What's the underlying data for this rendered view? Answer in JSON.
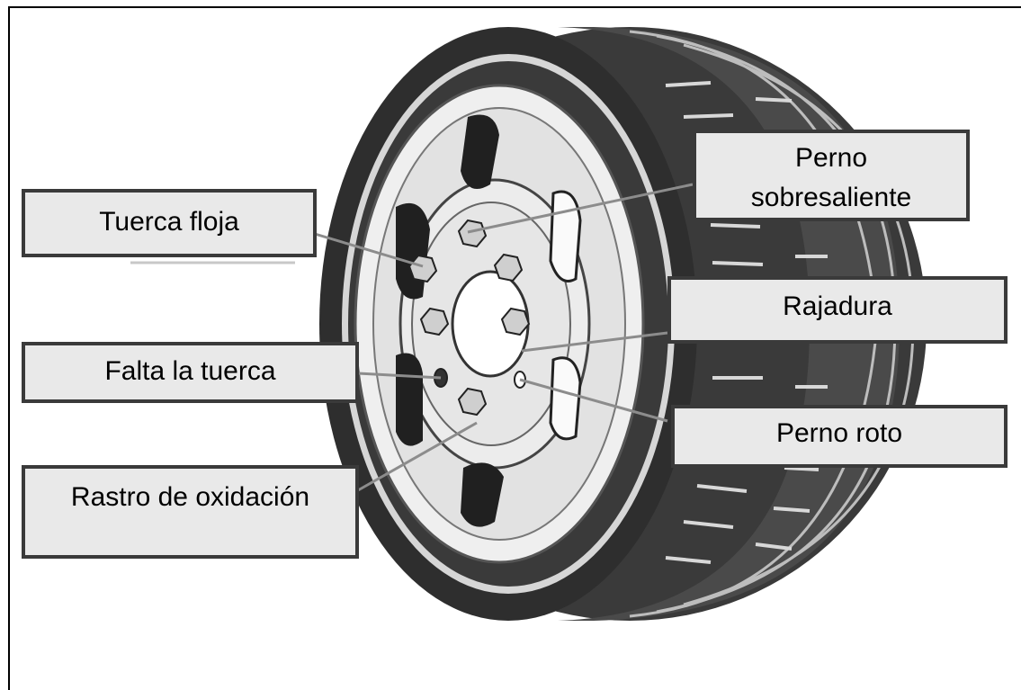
{
  "labels": {
    "tuerca_floja": "Tuerca floja",
    "falta_la_tuerca": "Falta la tuerca",
    "rastro_de_oxidacion": "Rastro de oxidación",
    "perno_sobresaliente_line1": "Perno",
    "perno_sobresaliente_line2": "sobresaliente",
    "rajadura": "Rajadura",
    "perno_roto": "Perno roto"
  },
  "colors": {
    "label_fill": "#e9e9e9",
    "label_border": "#3a3a3a",
    "leader_line": "#8c8c8c",
    "tire_dark": "#3c3c3c",
    "rim_light": "#e4e4e4"
  }
}
